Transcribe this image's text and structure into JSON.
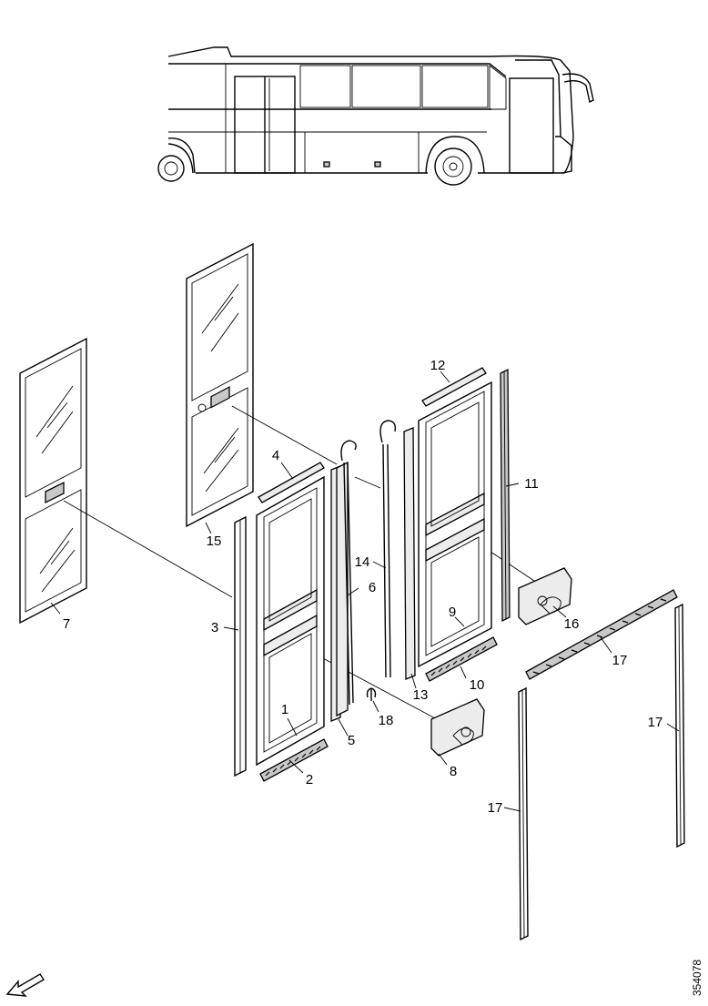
{
  "diagram": {
    "callouts": [
      "1",
      "2",
      "3",
      "4",
      "5",
      "6",
      "7",
      "8",
      "9",
      "10",
      "11",
      "12",
      "13",
      "14",
      "15",
      "16",
      "17",
      "18"
    ],
    "drawing_number": "354078",
    "direction_icon": "arrow-icon"
  }
}
